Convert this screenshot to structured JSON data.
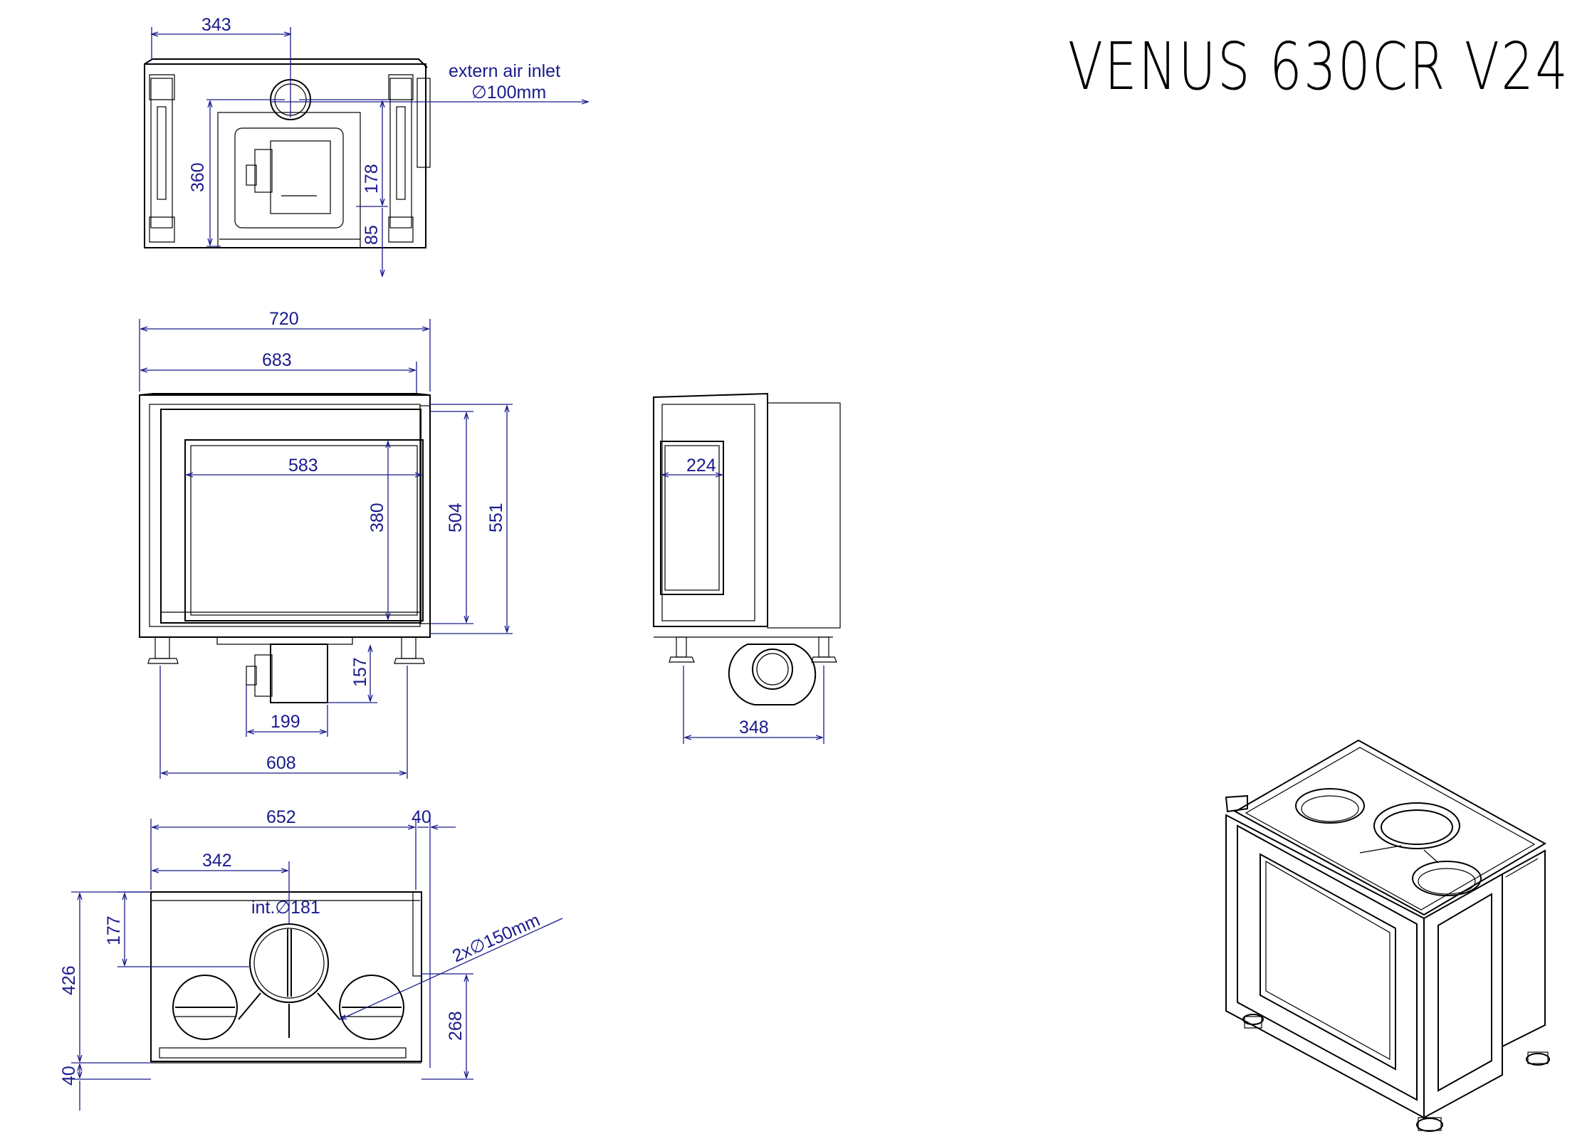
{
  "title": "VENUS 630CR V24",
  "colors": {
    "dimension": "#1a1a8c",
    "outline": "#000000"
  },
  "top_view": {
    "width_343": "343",
    "inlet_line1": "extern air inlet",
    "inlet_line2": "∅100mm",
    "depth_360": "360",
    "depth_178": "178",
    "depth_85": "85"
  },
  "front_view": {
    "width_720": "720",
    "width_683": "683",
    "glass_width_583": "583",
    "glass_height_380": "380",
    "height_504": "504",
    "height_551": "551",
    "box_height_157": "157",
    "box_width_199": "199",
    "feet_608": "608"
  },
  "side_view": {
    "glass_depth_224": "224",
    "feet_348": "348"
  },
  "bottom_view": {
    "width_652": "652",
    "width_40": "40",
    "offset_342": "342",
    "int_flue": "int.∅181",
    "depth_177": "177",
    "depth_426": "426",
    "depth_40": "40",
    "flue_2x150": "2x∅150mm",
    "depth_268": "268"
  }
}
